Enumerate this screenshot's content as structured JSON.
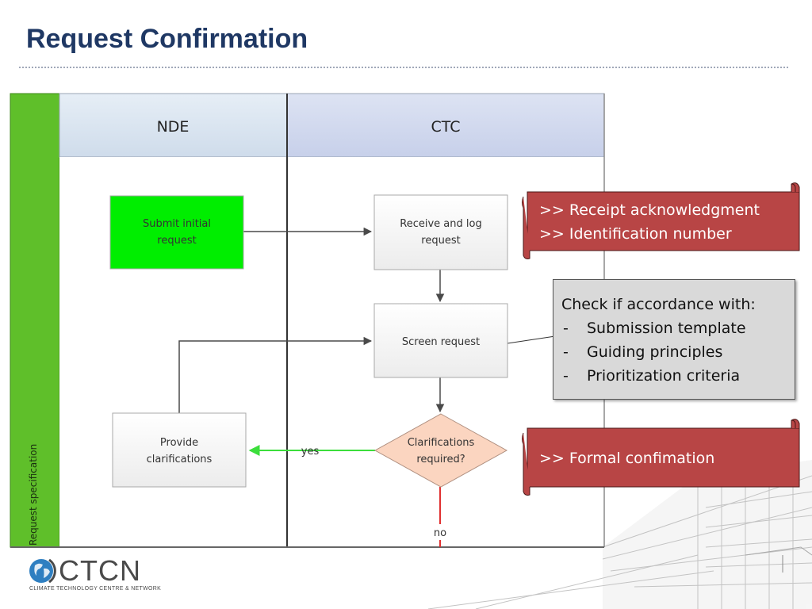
{
  "slide": {
    "title": "Request Confirmation"
  },
  "swimlane": {
    "phase_label": "Request specification",
    "lanes": [
      "NDE",
      "CTC"
    ]
  },
  "process": {
    "submit": [
      "Submit initial",
      "request"
    ],
    "receive": [
      "Receive and log",
      "request"
    ],
    "screen": [
      "Screen request"
    ],
    "provide": [
      "Provide",
      "clarifications"
    ],
    "decision": [
      "Clarifications",
      "required?"
    ],
    "yes_label": "yes",
    "no_label": "no"
  },
  "callouts": {
    "receipt": [
      ">> Receipt acknowledgment",
      ">> Identification number"
    ],
    "formal": ">> Formal confimation",
    "check_heading": "Check if accordance with:",
    "check_items": [
      "Submission template",
      "Guiding principles",
      "Prioritization criteria"
    ]
  },
  "logo": {
    "name": "CTCN",
    "subtitle": "CLIMATE TECHNOLOGY CENTRE & NETWORK"
  },
  "colors": {
    "title": "#1f3864",
    "phase_bar": "#5fbf2a",
    "submit_box": "#00ee00",
    "yes_arrow": "#3cde3c",
    "no_line": "#e03030",
    "decision_fill": "#fbd5c0",
    "callout_red": "#b84545"
  }
}
